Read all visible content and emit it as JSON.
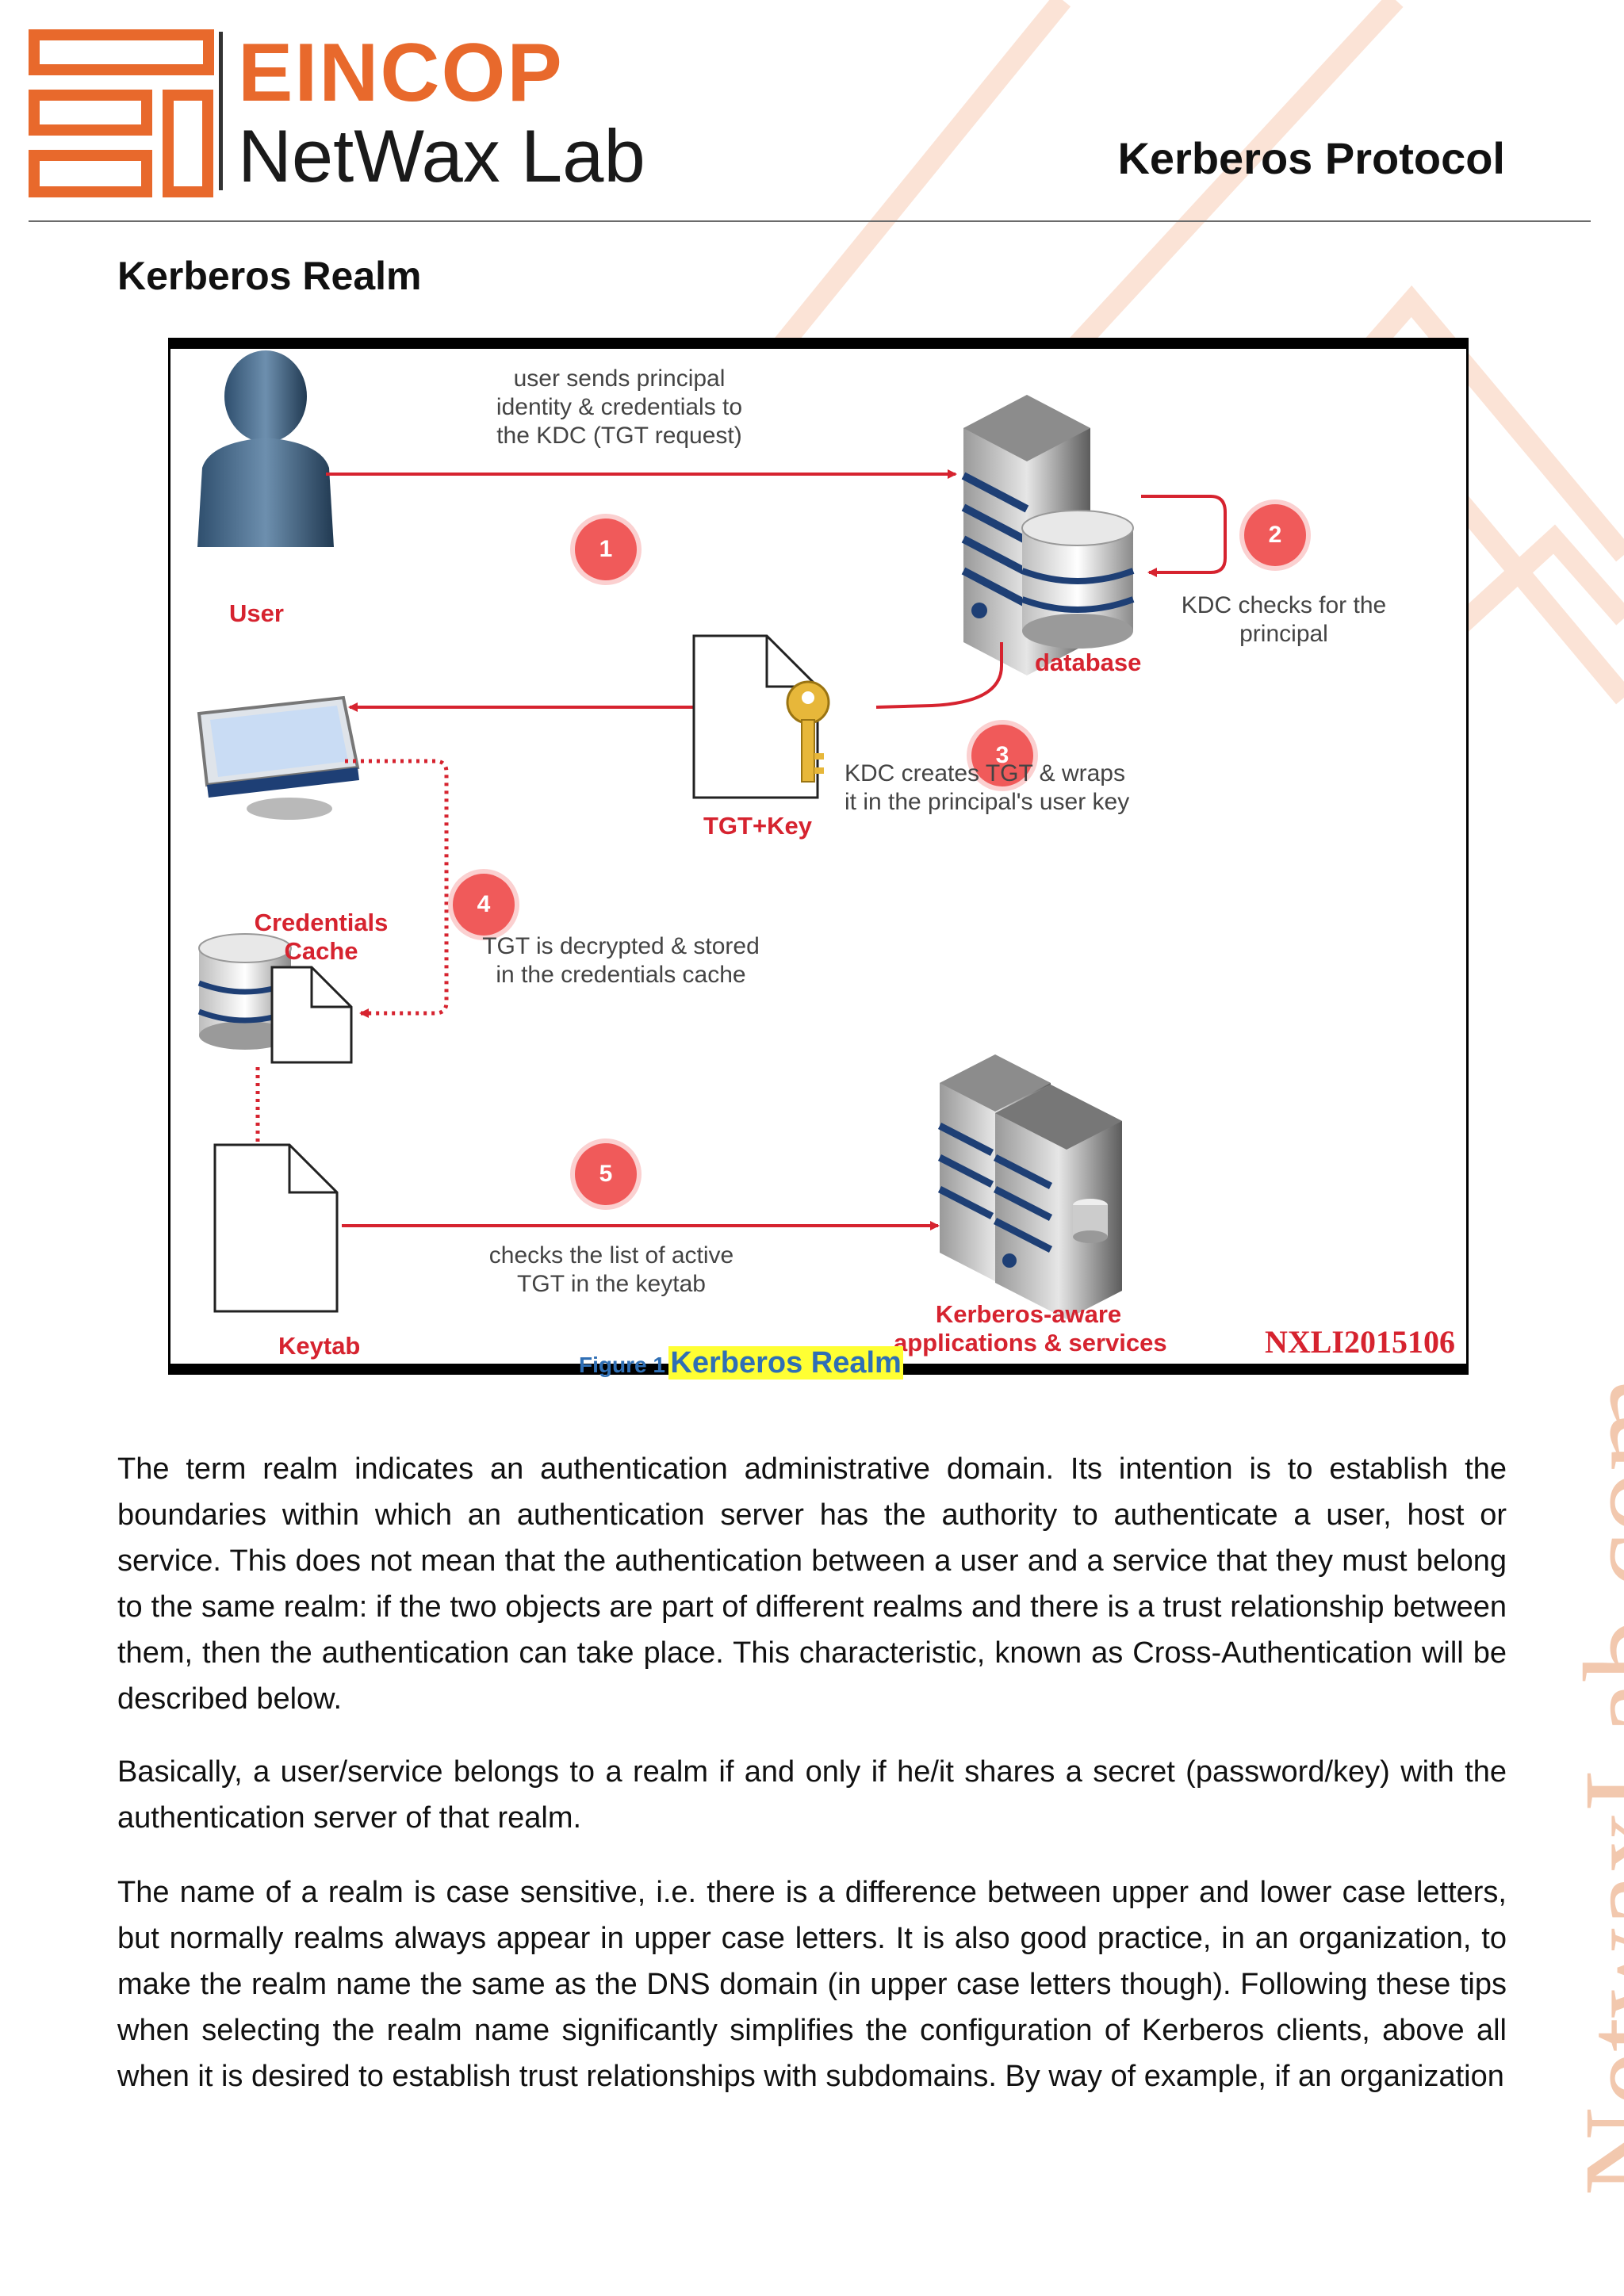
{
  "header": {
    "brand_top": "EINCOP",
    "brand_bottom": "NetWax Lab",
    "doc_title": "Kerberos Protocol"
  },
  "section": {
    "heading": "Kerberos Realm"
  },
  "figure": {
    "step1_text": [
      "user sends principal",
      "identity & credentials to",
      "the KDC (TGT request)"
    ],
    "step2_text": [
      "KDC checks for the",
      "principal"
    ],
    "step3_text": [
      "KDC creates TGT & wraps",
      "it in the principal's user key"
    ],
    "step4_text": [
      "TGT is decrypted & stored",
      "in the credentials cache"
    ],
    "step5_text": [
      "checks the list of active",
      "TGT in the keytab"
    ],
    "steps": [
      "1",
      "2",
      "3",
      "4",
      "5"
    ],
    "labels": {
      "user": "User",
      "database": "database",
      "tgt_key": "TGT+Key",
      "credentials_cache": [
        "Credentials",
        "Cache"
      ],
      "keytab": "Keytab",
      "kerberos_apps": [
        "Kerberos-aware",
        "applications & services"
      ]
    },
    "reference": "NXLI2015106",
    "caption_number": "Figure 1",
    "caption_text": "Kerberos Realm"
  },
  "paragraphs": [
    "The term realm indicates an authentication administrative domain. Its intention is to establish the boundaries within which an authentication server has the authority to authenticate a user, host or service. This does not mean that the authentication between a user and a service that they must belong to the same realm: if the two objects are part of different realms and there is a trust relationship between them, then the authentication can take place. This characteristic, known as Cross-Authentication will be described below.",
    "Basically, a user/service belongs to a realm if and only if he/it shares a secret (password/key) with the authentication server of that realm.",
    "The name of a realm is case sensitive, i.e. there is a difference between upper and lower case letters, but normally realms always appear in upper case letters. It is also good practice, in an organization, to make the realm name the same as the DNS domain (in upper case letters though). Following these tips when selecting the realm name significantly simplifies the configuration of Kerberos clients, above all when it is desired to establish trust relationships with subdomains. By way of example, if an organization"
  ],
  "watermark": "NetwaxLab.com",
  "colors": {
    "brand_orange": "#e8692c",
    "arrow_red": "#d6232f",
    "caption_blue": "#2f6fb5",
    "highlight": "#ffff33"
  }
}
